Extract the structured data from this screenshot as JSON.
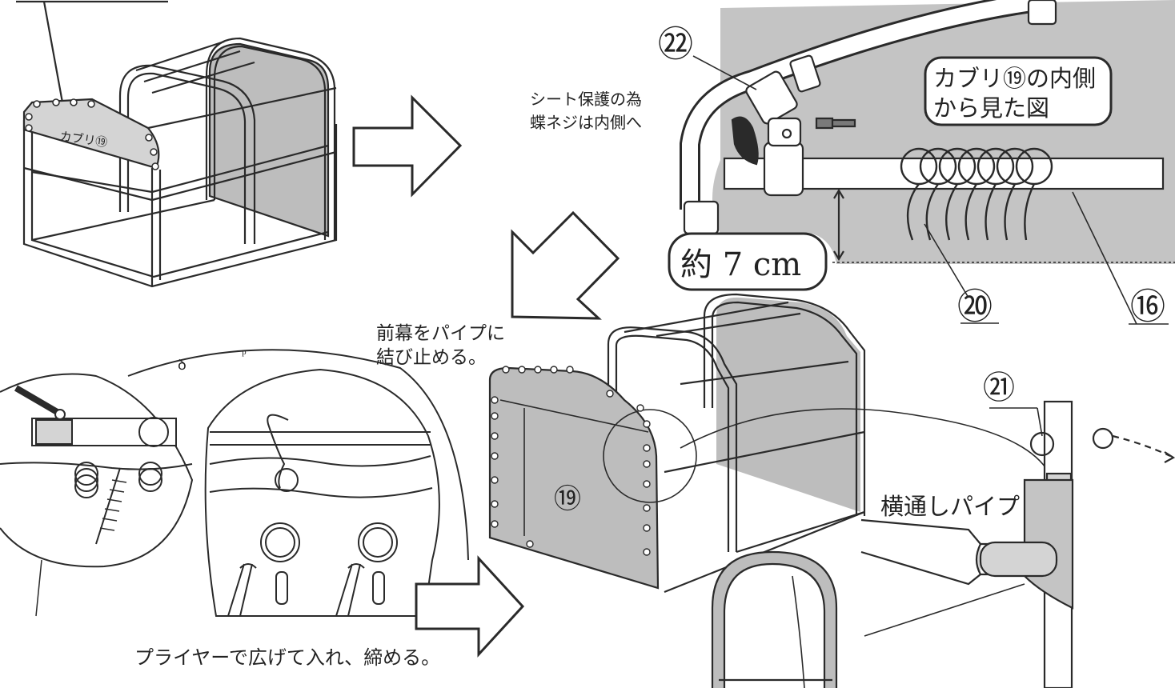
{
  "colors": {
    "line": "#2a2a2a",
    "sheet": "#bdbdbd",
    "sheet_light": "#d4d4d4",
    "background": "#ffffff"
  },
  "labels": {
    "canopy_small": "カブリ⑲",
    "sheet_note_line1": "シート保護の為",
    "sheet_note_line2": "蝶ネジは内側へ",
    "inside_view_line1": "カブリ⑲の内側",
    "inside_view_line2": "から見た図",
    "distance": "約 7 cm",
    "front_tie_line1": "前幕をパイプに",
    "front_tie_line2": "結び止める。",
    "cross_pipe": "横通しパイプ",
    "pliers_note": "プライヤーで広げて入れ、締める。"
  },
  "part_numbers": {
    "p16": "⑯",
    "p19": "⑲",
    "p20": "⑳",
    "p21": "㉑",
    "p22": "㉒"
  }
}
